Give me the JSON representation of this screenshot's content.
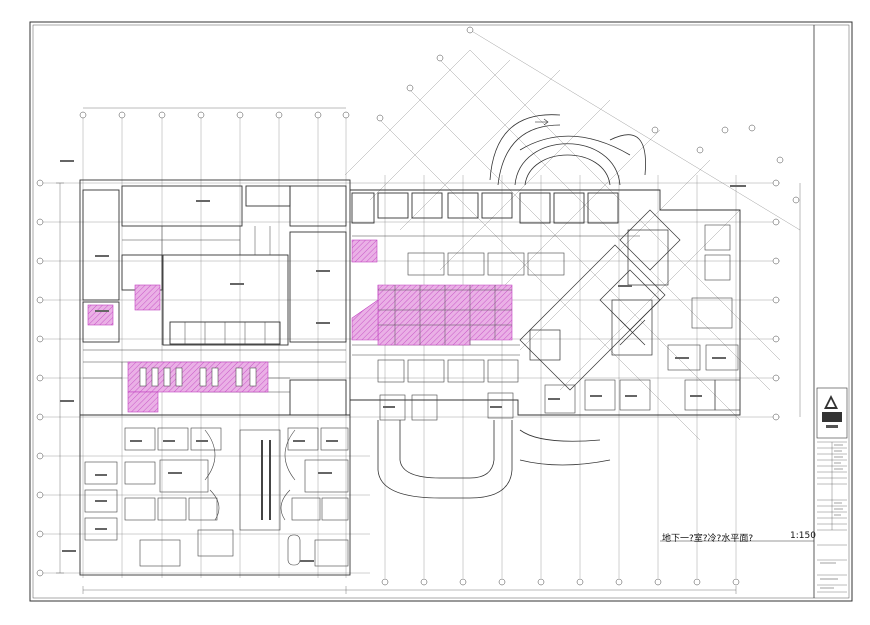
{
  "drawing": {
    "title": "地下一?室?冷?水平面?",
    "scale": "1:150",
    "colors": {
      "line": "#333333",
      "grid": "#777777",
      "highlight": "#e7a6e3",
      "highlight_stroke": "#c040c0",
      "paper": "#ffffff"
    }
  },
  "title_block": {
    "logo": "firm-logo"
  }
}
